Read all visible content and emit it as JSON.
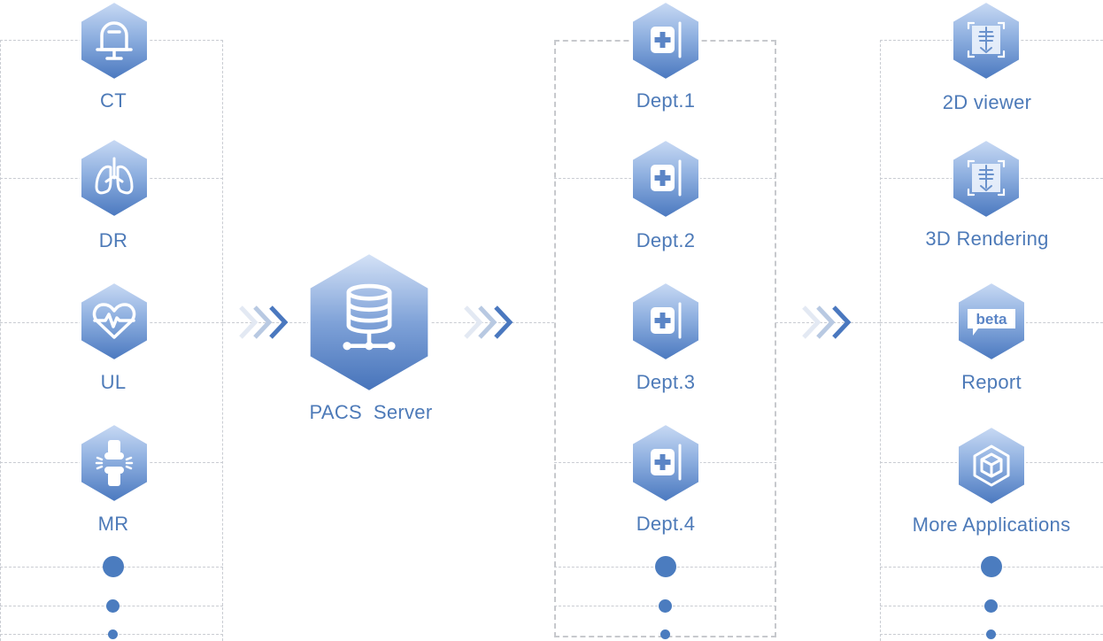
{
  "colors": {
    "accent": "#4d7ab8",
    "hex_fill_top": "#a9c2ea",
    "hex_fill_bottom": "#4f7dc2",
    "dash": "#c9ccd2"
  },
  "sources": [
    {
      "label": "CT",
      "icon": "ct-scanner-icon"
    },
    {
      "label": "DR",
      "icon": "lungs-icon"
    },
    {
      "label": "UL",
      "icon": "heartbeat-icon"
    },
    {
      "label": "MR",
      "icon": "joint-bone-icon"
    }
  ],
  "server": {
    "label": "PACS  Server",
    "icon": "database-server-icon"
  },
  "departments": [
    {
      "label": "Dept.1",
      "icon": "medical-cross-icon"
    },
    {
      "label": "Dept.2",
      "icon": "medical-cross-icon"
    },
    {
      "label": "Dept.3",
      "icon": "medical-cross-icon"
    },
    {
      "label": "Dept.4",
      "icon": "medical-cross-icon"
    }
  ],
  "applications": [
    {
      "label": "2D viewer",
      "icon": "xray-viewer-icon"
    },
    {
      "label": "3D Rendering",
      "icon": "xray-viewer-icon"
    },
    {
      "label": "Report",
      "icon": "beta-badge-icon",
      "badge": "beta"
    },
    {
      "label": "More Applications",
      "icon": "cube-icon"
    }
  ]
}
